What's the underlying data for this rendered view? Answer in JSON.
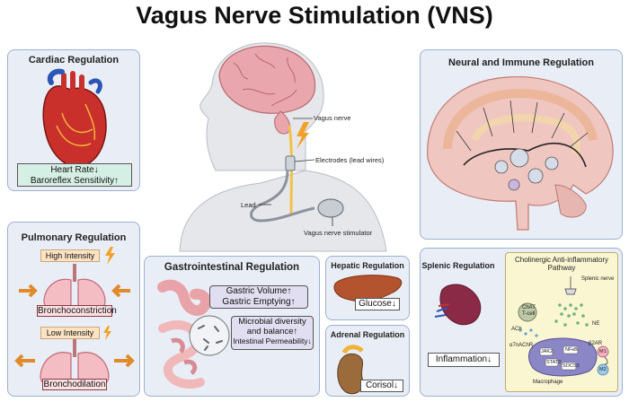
{
  "title": "Vagus Nerve Stimulation (VNS)",
  "cardiac": {
    "title": "Cardiac Regulation",
    "line1": "Heart Rate↓",
    "line2": "Baroreflex Sensitivity↑"
  },
  "pulmonary": {
    "title": "Pulmonary Regulation",
    "high": "High Intensity",
    "broncho_c": "Bronchoconstriction",
    "low": "Low Intensity",
    "broncho_d": "Bronchodilation"
  },
  "center": {
    "vagus_nerve": "Vagus nerve",
    "electrodes": "Electrodes (lead wires)",
    "lead": "Lead",
    "stimulator": "Vagus nerve stimulator"
  },
  "gi": {
    "title": "Gastrointestinal Regulation",
    "box1_l1": "Gastric Volume↑",
    "box1_l2": "Gastric Emptying↑",
    "box2_l1": "Microbial diversity",
    "box2_l2": "and balance↑",
    "box2_l3": "Intestinal Permeability↓"
  },
  "hepatic": {
    "title": "Hepatic Regulation",
    "value": "Glucose↓"
  },
  "adrenal": {
    "title": "Adrenal Regulation",
    "value": "Corisol↓"
  },
  "neural": {
    "title": "Neural and Immune Regulation"
  },
  "splenic": {
    "title": "Splenic Regulation",
    "value": "Inflammation↓"
  },
  "pathway": {
    "title_l1": "Cholinergic Anti-inflammatory",
    "title_l2": "Pathway",
    "splenic_nerve": "Splenic nerve",
    "chat": "ChAT",
    "tcell": "T-cell",
    "ach": "ACh",
    "ne": "NE",
    "a7": "α7nAChR",
    "b2ar": "β2AR",
    "jak2": "JAK2",
    "stat3": "STAT3",
    "nfkb": "NFκB",
    "socs3": "SOCS3",
    "m1": "M1",
    "m2": "M2",
    "macrophage": "Macrophage"
  }
}
